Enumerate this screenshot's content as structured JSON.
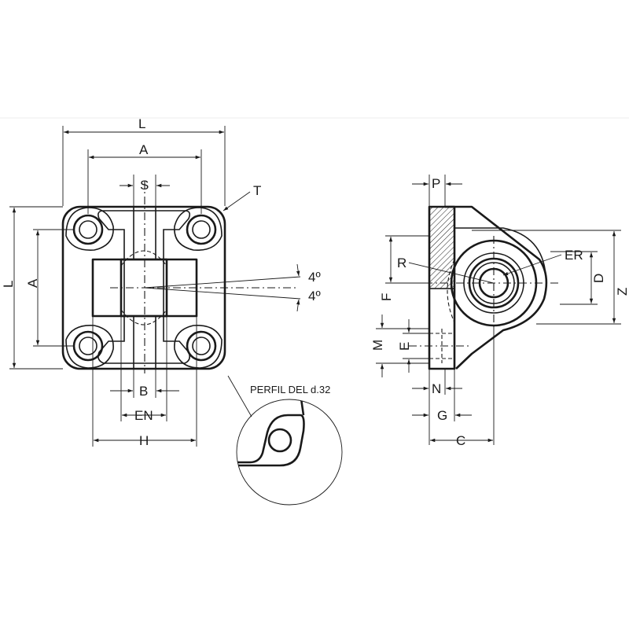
{
  "labels": {
    "front_L_top": "L",
    "front_A_top": "A",
    "front_S": "S",
    "front_T": "T",
    "front_L_side": "L",
    "front_A_side": "A",
    "angle_up": "4º",
    "angle_down": "4º",
    "front_B": "B",
    "front_EN": "EN",
    "front_H": "H",
    "detail_title": "PERFIL DEL d.32",
    "side_P": "P",
    "side_R": "R",
    "side_ER": "ER",
    "side_F": "F",
    "side_D": "D",
    "side_Z": "Z",
    "side_M": "M",
    "side_E": "E",
    "side_N": "N",
    "side_G": "G",
    "side_C": "C"
  }
}
